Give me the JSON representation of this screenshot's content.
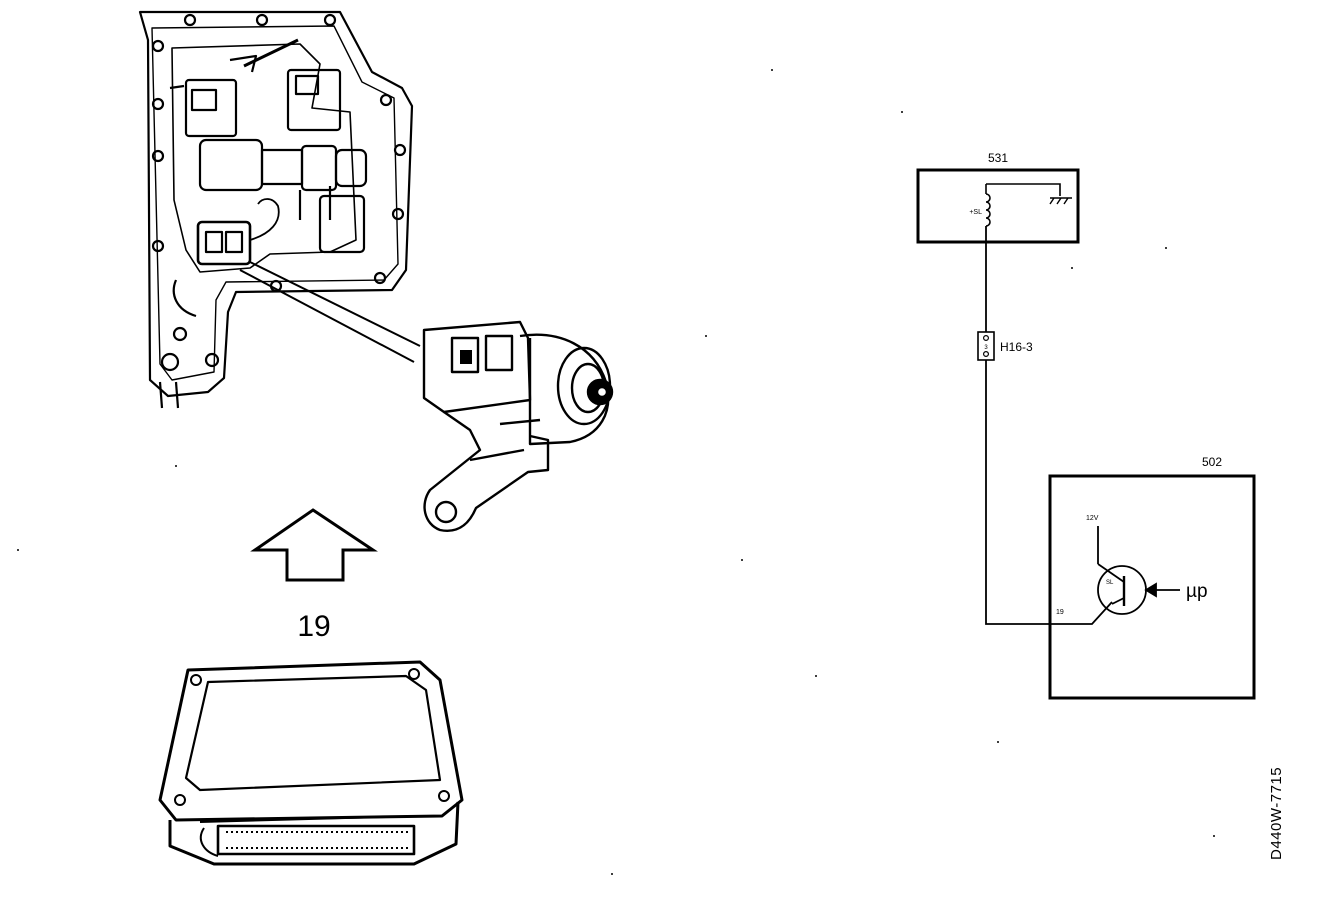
{
  "figure_id": "D440W-7715",
  "left_illustration": {
    "connector_number": "19"
  },
  "schematic": {
    "component_top": {
      "id": "531",
      "pin_label": "+SL"
    },
    "connector": {
      "label": "H16-3",
      "pin": "3"
    },
    "component_bottom": {
      "id": "502",
      "supply_label": "12V",
      "pin_label": "19",
      "transistor_label": "SL",
      "input_label": "µp"
    }
  }
}
